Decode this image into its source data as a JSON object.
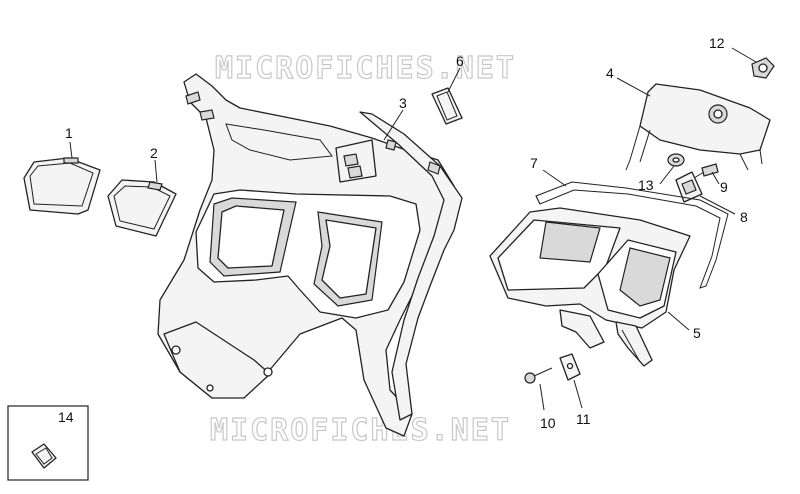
{
  "watermarks": [
    "MICROFICHES.NET",
    "MICROFICHES.NET"
  ],
  "callouts": [
    {
      "id": "1",
      "text": "1"
    },
    {
      "id": "2",
      "text": "2"
    },
    {
      "id": "3",
      "text": "3"
    },
    {
      "id": "4",
      "text": "4"
    },
    {
      "id": "5",
      "text": "5"
    },
    {
      "id": "6",
      "text": "6"
    },
    {
      "id": "7",
      "text": "7"
    },
    {
      "id": "8",
      "text": "8"
    },
    {
      "id": "9",
      "text": "9"
    },
    {
      "id": "10",
      "text": "10"
    },
    {
      "id": "11",
      "text": "11"
    },
    {
      "id": "12",
      "text": "12"
    },
    {
      "id": "13",
      "text": "13"
    },
    {
      "id": "14",
      "text": "14"
    }
  ],
  "colors": {
    "line": "#222222",
    "part_fill": "#f4f4f4",
    "shade": "#d9d9d9",
    "watermark": "#c8c8c8"
  }
}
